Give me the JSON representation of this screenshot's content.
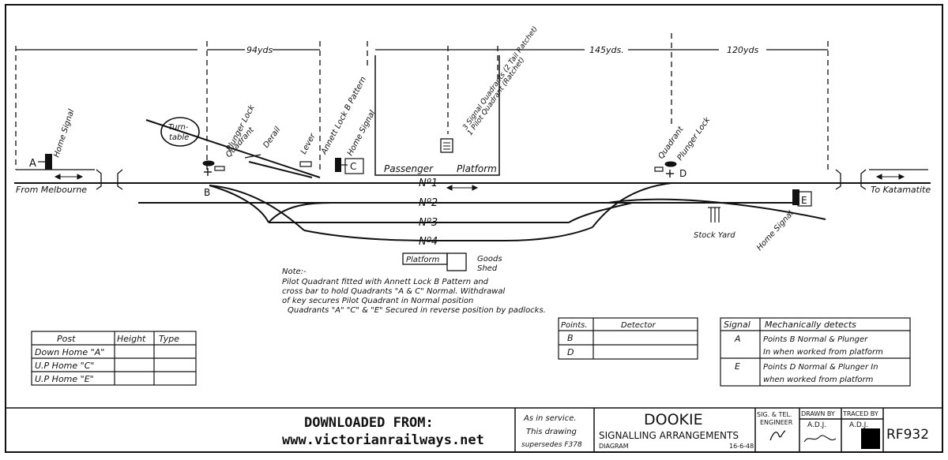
{
  "dims": {
    "d1": "94yds",
    "d2": "145yds.",
    "d3": "120yds"
  },
  "labels": {
    "home_signal_a": "Home Signal",
    "a": "A",
    "b": "B",
    "c": "C",
    "d": "D",
    "e": "E",
    "turntable_1": "Turn-",
    "turntable_2": "table",
    "plunger_lock_quadrant_1": "Plunger Lock",
    "plunger_lock_quadrant_2": "Quadrant",
    "derail": "Derail",
    "lever": "Lever",
    "annett_lock": "Annett Lock B Pattern",
    "home_signal_c": "Home Signal",
    "quadrants_1": "3 Signal Quadrants (2 Tail Ratchet)",
    "quadrants_2": "1 Pilot Quadrant (Ratchet)",
    "passenger": "Passenger",
    "platform_main": "Platform",
    "quadrant_d": "Quadrant",
    "plunger_lock_d": "Plunger Lock",
    "from_melbourne": "From Melbourne",
    "to_katamatite": "To Katamatite",
    "no1": "Nº1",
    "no2": "Nº2",
    "no3": "Nº3",
    "no4": "Nº4",
    "stock_yard": "Stock Yard",
    "home_signal_e": "Home Signal",
    "platform_goods": "Platform",
    "goods": "Goods",
    "shed": "Shed"
  },
  "note": {
    "title": "Note:-",
    "lines": [
      "Pilot Quadrant fitted with Annett Lock B Pattern and",
      "cross bar to hold Quadrants \"A & C\" Normal. Withdrawal",
      "of key secures Pilot Quadrant in Normal position",
      "Quadrants \"A\" \"C\" & \"E\" Secured in reverse position by padlocks."
    ]
  },
  "post_table": {
    "headers": [
      "Post",
      "Height",
      "Type"
    ],
    "rows": [
      "Down Home \"A\"",
      "U.P Home \"C\"",
      "U.P Home \"E\""
    ]
  },
  "points_table": {
    "headers": [
      "Points.",
      "Detector"
    ],
    "rows": [
      "B",
      "D"
    ]
  },
  "signal_table": {
    "headers": [
      "Signal",
      "Mechanically detects"
    ],
    "rows": [
      {
        "signal": "A",
        "line1": "Points B Normal & Plunger",
        "line2": "In when worked from platform"
      },
      {
        "signal": "E",
        "line1": "Points D Normal & Plunger In",
        "line2": "when worked from platform"
      }
    ]
  },
  "title_block": {
    "downloaded": "DOWNLOADED FROM:",
    "url": "www.victorianrailways.net",
    "service_1": "As in service.",
    "service_2": "This drawing",
    "service_3": "supersedes F378",
    "station": "DOOKIE",
    "subtitle": "SIGNALLING ARRANGEMENTS",
    "diagram": "DIAGRAM",
    "date": "16-6-48",
    "engineer_1": "SIG. & TEL.",
    "engineer_2": "ENGINEER",
    "drawn_by": "DRAWN BY",
    "drawn_initials": "A.D.J.",
    "traced_by": "TRACED BY",
    "traced_initials": "A.D.J.",
    "number": "RF932"
  }
}
